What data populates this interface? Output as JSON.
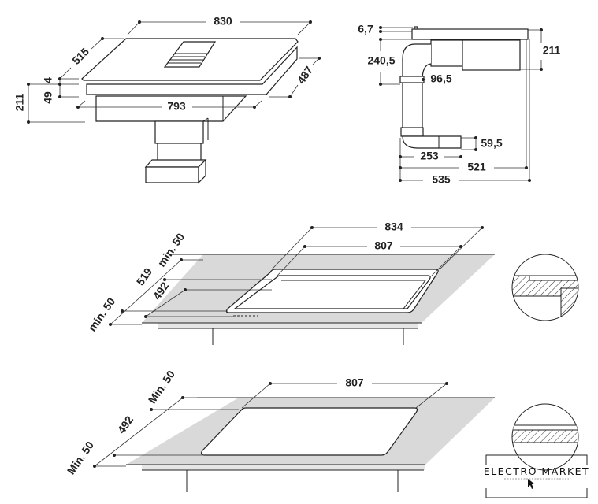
{
  "hob_view": {
    "width": "830",
    "depth": "515",
    "glass": "4",
    "frame": "49",
    "total_height": "211",
    "inner_width": "793",
    "inner_depth": "487"
  },
  "side_view": {
    "glass": "6,7",
    "duct_drop": "240,5",
    "duct_size": "96,5",
    "height": "211",
    "outlet_height": "59,5",
    "outlet_length": "253",
    "depth_inner": "521",
    "depth_total": "535"
  },
  "cutout_flush": {
    "outer_width": "834",
    "inner_width": "807",
    "min_back": "min. 50",
    "outer_depth": "519",
    "inner_depth": "492",
    "min_front": "min. 50"
  },
  "cutout_top": {
    "width": "807",
    "min_back": "Min. 50",
    "depth": "492",
    "min_front": "Min. 50"
  },
  "logo": {
    "text": "ELECTRO MARKET"
  },
  "colors": {
    "counter": "#d9d9d9",
    "line": "#222222"
  }
}
